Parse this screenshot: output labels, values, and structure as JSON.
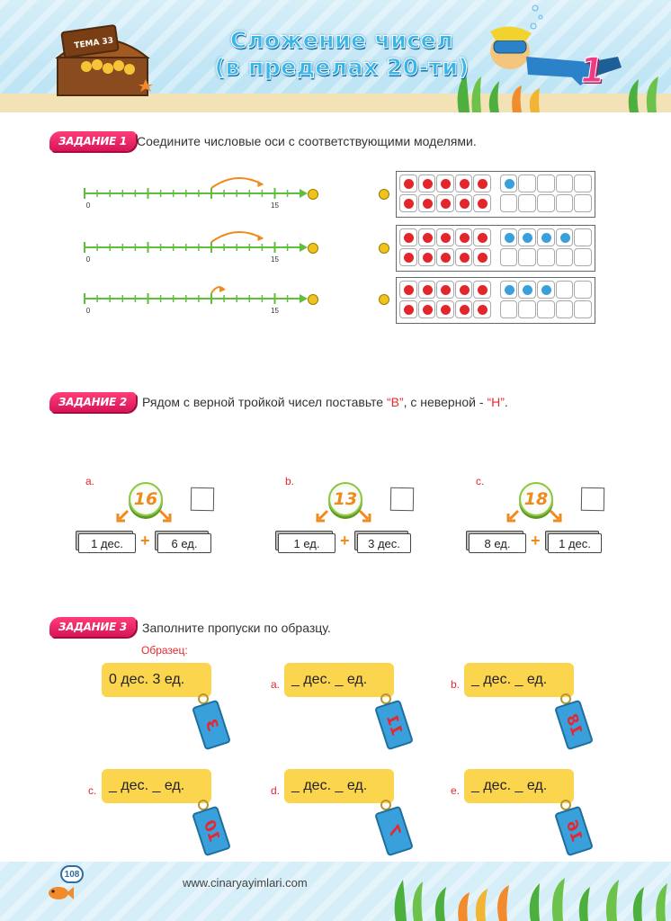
{
  "header": {
    "topic": "ТЕМА 33",
    "title_line1": "Сложение чисел",
    "title_line2": "(в пределах 20-ти)",
    "unit": "1"
  },
  "task1": {
    "tag": "ЗАДАНИЕ 1",
    "text": "Соедините числовые оси с соответствующими моделями.",
    "numberlines": [
      {
        "start_label": "0",
        "end_label": "15",
        "jump_from": 10,
        "jump_to": 14
      },
      {
        "start_label": "0",
        "end_label": "15",
        "jump_from": 10,
        "jump_to": 14
      },
      {
        "start_label": "0",
        "end_label": "15",
        "jump_from": 10,
        "jump_to": 11
      }
    ],
    "models": [
      {
        "red": 10,
        "blue": 1
      },
      {
        "red": 10,
        "blue": 4
      },
      {
        "red": 10,
        "blue": 3
      }
    ]
  },
  "task2": {
    "tag": "ЗАДАНИЕ 2",
    "text_before": "Рядом с верной тройкой чисел поставьте ",
    "text_b": "“В”",
    "text_mid": ", с неверной - ",
    "text_h": "“Н”",
    "text_end": ".",
    "items": [
      {
        "letter": "a.",
        "number": "16",
        "left": "1 дес.",
        "right": "6 ед."
      },
      {
        "letter": "b.",
        "number": "13",
        "left": "1 ед.",
        "right": "3 дес."
      },
      {
        "letter": "c.",
        "number": "18",
        "left": "8 ед.",
        "right": "1 дес."
      }
    ],
    "plus": "+"
  },
  "task3": {
    "tag": "ЗАДАНИЕ 3",
    "text": "Заполните пропуски по образцу.",
    "sample_label": "Образец:",
    "items": [
      {
        "letter": "",
        "text": "0 дес. 3 ед.",
        "tag": "3"
      },
      {
        "letter": "a.",
        "text": "_ дес. _ ед.",
        "tag": "11"
      },
      {
        "letter": "b.",
        "text": "_ дес. _ ед.",
        "tag": "18"
      },
      {
        "letter": "c.",
        "text": "_ дес. _ ед.",
        "tag": "10"
      },
      {
        "letter": "d.",
        "text": "_ дес. _ ед.",
        "tag": "7"
      },
      {
        "letter": "e.",
        "text": "_ дес. _ ед.",
        "tag": "16"
      }
    ]
  },
  "footer": {
    "page": "108",
    "website": "www.cinaryayimlari.com"
  },
  "colors": {
    "accent_pink": "#e01a5c",
    "title_blue": "#38b6ea",
    "numberline_green": "#5fbf3a",
    "arrow_orange": "#f08a1c",
    "banner_yellow": "#fbd54e"
  }
}
